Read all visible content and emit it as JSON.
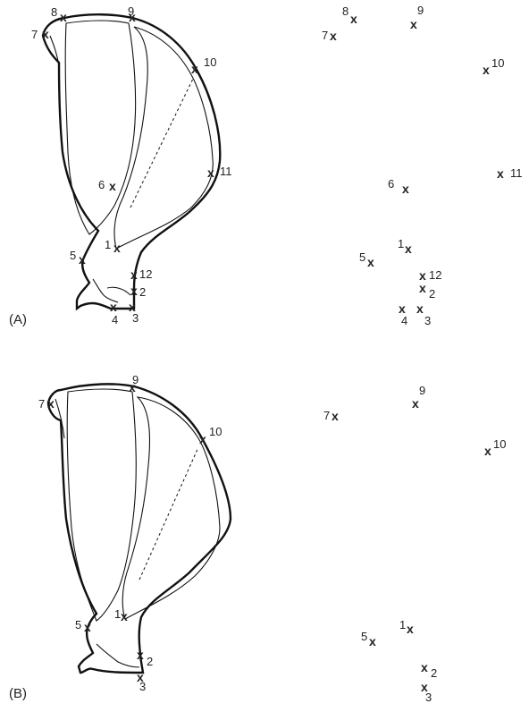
{
  "panels": [
    {
      "label": "(A)",
      "outline_points": [
        "1",
        "2",
        "3",
        "4",
        "5",
        "6",
        "7",
        "8",
        "9",
        "10",
        "11",
        "12"
      ],
      "scatter_points": [
        {
          "id": "1",
          "name": "point-1"
        },
        {
          "id": "2",
          "name": "point-2"
        },
        {
          "id": "3",
          "name": "point-3"
        },
        {
          "id": "4",
          "name": "point-4"
        },
        {
          "id": "5",
          "name": "point-5"
        },
        {
          "id": "6",
          "name": "point-6"
        },
        {
          "id": "7",
          "name": "point-7"
        },
        {
          "id": "8",
          "name": "point-8"
        },
        {
          "id": "9",
          "name": "point-9"
        },
        {
          "id": "10",
          "name": "point-10"
        },
        {
          "id": "11",
          "name": "point-11"
        },
        {
          "id": "12",
          "name": "point-12"
        }
      ]
    },
    {
      "label": "(B)",
      "outline_points": [
        "1",
        "2",
        "3",
        "5",
        "7",
        "9",
        "10"
      ],
      "scatter_points": [
        {
          "id": "1",
          "name": "point-1"
        },
        {
          "id": "2",
          "name": "point-2"
        },
        {
          "id": "3",
          "name": "point-3"
        },
        {
          "id": "5",
          "name": "point-5"
        },
        {
          "id": "7",
          "name": "point-7"
        },
        {
          "id": "9",
          "name": "point-9"
        },
        {
          "id": "10",
          "name": "point-10"
        }
      ]
    }
  ],
  "marker_symbol": "x"
}
